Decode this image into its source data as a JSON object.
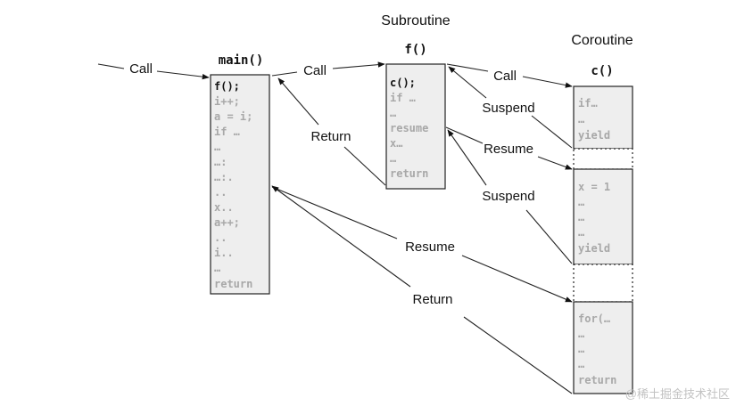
{
  "headings": {
    "subroutine": "Subroutine",
    "coroutine": "Coroutine"
  },
  "functions": {
    "main": {
      "title": "main()",
      "lines": [
        "f();",
        "i++;",
        "a = i;",
        "if …",
        "…",
        "…:",
        "…:.",
        "..",
        "x..",
        "a++;",
        "..",
        "i..",
        "…",
        "return"
      ]
    },
    "f": {
      "title": "f()",
      "lines": [
        "c();",
        "if …",
        "…",
        "resume",
        "x…",
        "…",
        "return"
      ]
    },
    "c": {
      "title": "c()",
      "segment1": [
        "if…",
        "…",
        "yield"
      ],
      "segment2": [
        "x = 1",
        "…",
        "…",
        "…",
        "yield"
      ],
      "segment3": [
        "for(…",
        "…",
        "…",
        "…",
        "return"
      ]
    }
  },
  "labels": {
    "call_main": "Call",
    "call_f": "Call",
    "call_c": "Call",
    "return_f": "Return",
    "suspend_1": "Suspend",
    "resume_f": "Resume",
    "suspend_2": "Suspend",
    "resume_main": "Resume",
    "return_main": "Return"
  },
  "watermark": "@稀土掘金技术社区"
}
